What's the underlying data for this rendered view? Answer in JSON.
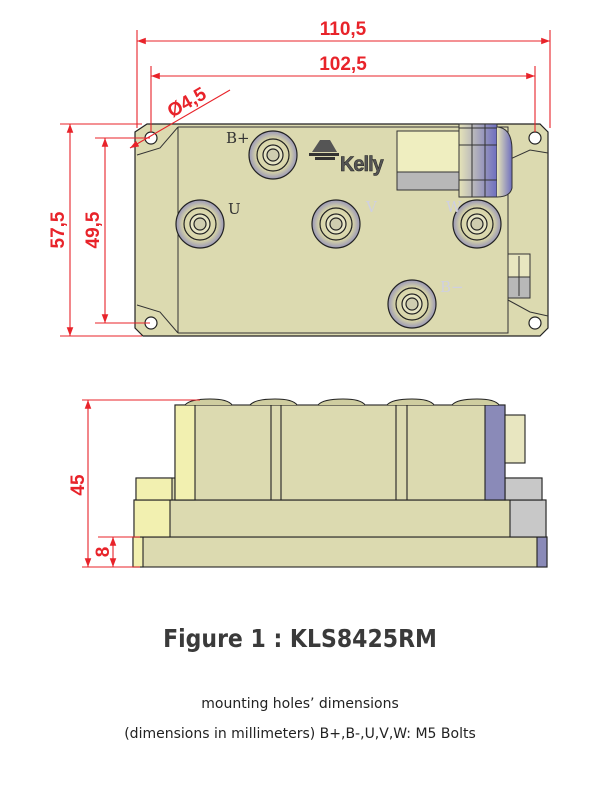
{
  "figure": {
    "title": "Figure 1 : KLS8425RM",
    "caption_line1": "mounting holes’ dimensions",
    "caption_line2": "(dimensions in millimeters)  B+,B-,U,V,W: M5 Bolts"
  },
  "dimensions": {
    "overall_width": "110,5",
    "hole_spacing_width": "102,5",
    "hole_diameter": "Ø4,5",
    "overall_height": "57,5",
    "hole_spacing_height": "49,5",
    "body_thickness": "45",
    "base_thickness": "8"
  },
  "terminals": {
    "b_plus": "B+",
    "u": "U",
    "v": "V",
    "w": "W",
    "b_minus": "B−"
  },
  "logo": "Kelly",
  "colors": {
    "dimension": "#e8232a",
    "body": "#dcdab0",
    "highlight": "#f2f0b0",
    "shadow": "#7a7aa8"
  }
}
